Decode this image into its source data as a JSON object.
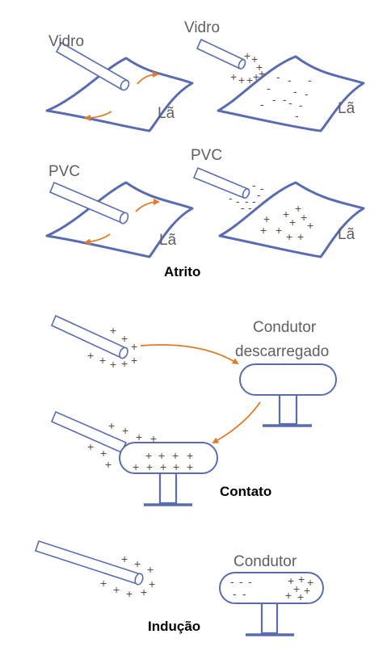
{
  "colors": {
    "outline": "#5a6cb0",
    "arrow": "#e07b2a",
    "text": "#5f5f5f",
    "charge": "#5a4a3c"
  },
  "labels": {
    "vidro": "Vidro",
    "la": "Lã",
    "pvc": "PVC",
    "condutor": "Condutor",
    "descarregado": "descarregado"
  },
  "sections": {
    "atrito": "Atrito",
    "contato": "Contato",
    "inducao": "Indução"
  },
  "charges": {
    "positive": "+",
    "negative": "-"
  }
}
